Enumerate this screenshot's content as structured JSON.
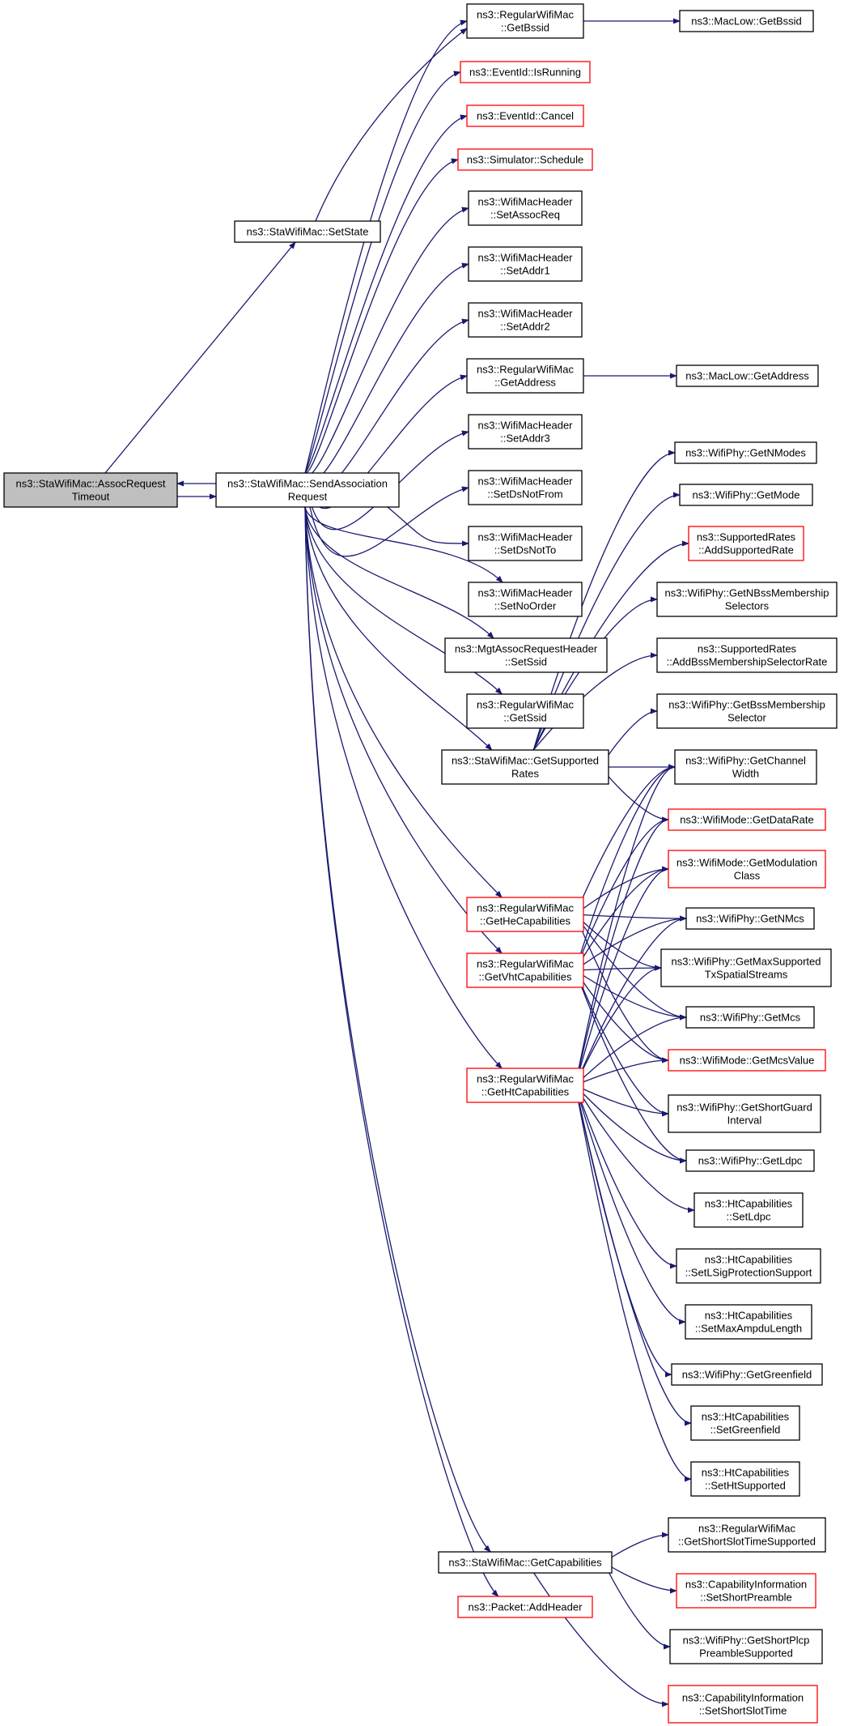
{
  "colors": {
    "edge": "#191970",
    "border_normal": "#000000",
    "border_undocumented": "#ff0000",
    "fill_root": "#bfbfbf",
    "fill_normal": "#ffffff"
  },
  "nodes": [
    {
      "id": "root",
      "lines": [
        "ns3::StaWifiMac::AssocRequest",
        "Timeout"
      ],
      "style": "root"
    },
    {
      "id": "setstate",
      "lines": [
        "ns3::StaWifiMac::SetState"
      ],
      "style": "normal"
    },
    {
      "id": "sendassoc",
      "lines": [
        "ns3::StaWifiMac::SendAssociation",
        "Request"
      ],
      "style": "normal"
    },
    {
      "id": "getbssid",
      "lines": [
        "ns3::RegularWifiMac",
        "::GetBssid"
      ],
      "style": "normal"
    },
    {
      "id": "maclowbssid",
      "lines": [
        "ns3::MacLow::GetBssid"
      ],
      "style": "normal"
    },
    {
      "id": "isrunning",
      "lines": [
        "ns3::EventId::IsRunning"
      ],
      "style": "red"
    },
    {
      "id": "cancel",
      "lines": [
        "ns3::EventId::Cancel"
      ],
      "style": "red"
    },
    {
      "id": "schedule",
      "lines": [
        "ns3::Simulator::Schedule"
      ],
      "style": "red"
    },
    {
      "id": "setassocreq",
      "lines": [
        "ns3::WifiMacHeader",
        "::SetAssocReq"
      ],
      "style": "normal"
    },
    {
      "id": "setaddr1",
      "lines": [
        "ns3::WifiMacHeader",
        "::SetAddr1"
      ],
      "style": "normal"
    },
    {
      "id": "setaddr2",
      "lines": [
        "ns3::WifiMacHeader",
        "::SetAddr2"
      ],
      "style": "normal"
    },
    {
      "id": "getaddress",
      "lines": [
        "ns3::RegularWifiMac",
        "::GetAddress"
      ],
      "style": "normal"
    },
    {
      "id": "maclowaddr",
      "lines": [
        "ns3::MacLow::GetAddress"
      ],
      "style": "normal"
    },
    {
      "id": "setaddr3",
      "lines": [
        "ns3::WifiMacHeader",
        "::SetAddr3"
      ],
      "style": "normal"
    },
    {
      "id": "setdsnotfrom",
      "lines": [
        "ns3::WifiMacHeader",
        "::SetDsNotFrom"
      ],
      "style": "normal"
    },
    {
      "id": "setdsnotto",
      "lines": [
        "ns3::WifiMacHeader",
        "::SetDsNotTo"
      ],
      "style": "normal"
    },
    {
      "id": "setnoorder",
      "lines": [
        "ns3::WifiMacHeader",
        "::SetNoOrder"
      ],
      "style": "normal"
    },
    {
      "id": "mgtssid",
      "lines": [
        "ns3::MgtAssocRequestHeader",
        "::SetSsid"
      ],
      "style": "normal"
    },
    {
      "id": "getssid",
      "lines": [
        "ns3::RegularWifiMac",
        "::GetSsid"
      ],
      "style": "normal"
    },
    {
      "id": "getsuprates",
      "lines": [
        "ns3::StaWifiMac::GetSupported",
        "Rates"
      ],
      "style": "normal"
    },
    {
      "id": "getnmodes",
      "lines": [
        "ns3::WifiPhy::GetNModes"
      ],
      "style": "normal"
    },
    {
      "id": "getmode",
      "lines": [
        "ns3::WifiPhy::GetMode"
      ],
      "style": "normal"
    },
    {
      "id": "addsuprate",
      "lines": [
        "ns3::SupportedRates",
        "::AddSupportedRate"
      ],
      "style": "red"
    },
    {
      "id": "getnbss",
      "lines": [
        "ns3::WifiPhy::GetNBssMembership",
        "Selectors"
      ],
      "style": "normal"
    },
    {
      "id": "addbss",
      "lines": [
        "ns3::SupportedRates",
        "::AddBssMembershipSelectorRate"
      ],
      "style": "normal"
    },
    {
      "id": "getbsssel",
      "lines": [
        "ns3::WifiPhy::GetBssMembership",
        "Selector"
      ],
      "style": "normal"
    },
    {
      "id": "getchwidth",
      "lines": [
        "ns3::WifiPhy::GetChannel",
        "Width"
      ],
      "style": "normal"
    },
    {
      "id": "getdatarate",
      "lines": [
        "ns3::WifiMode::GetDataRate"
      ],
      "style": "red"
    },
    {
      "id": "getmodclass",
      "lines": [
        "ns3::WifiMode::GetModulation",
        "Class"
      ],
      "style": "red"
    },
    {
      "id": "gethecap",
      "lines": [
        "ns3::RegularWifiMac",
        "::GetHeCapabilities"
      ],
      "style": "red"
    },
    {
      "id": "getnmcs",
      "lines": [
        "ns3::WifiPhy::GetNMcs"
      ],
      "style": "normal"
    },
    {
      "id": "getvhtcap",
      "lines": [
        "ns3::RegularWifiMac",
        "::GetVhtCapabilities"
      ],
      "style": "red"
    },
    {
      "id": "getmaxsup",
      "lines": [
        "ns3::WifiPhy::GetMaxSupported",
        "TxSpatialStreams"
      ],
      "style": "normal"
    },
    {
      "id": "getmcs",
      "lines": [
        "ns3::WifiPhy::GetMcs"
      ],
      "style": "normal"
    },
    {
      "id": "gethtcap",
      "lines": [
        "ns3::RegularWifiMac",
        "::GetHtCapabilities"
      ],
      "style": "red"
    },
    {
      "id": "getmcsvalue",
      "lines": [
        "ns3::WifiMode::GetMcsValue"
      ],
      "style": "red"
    },
    {
      "id": "getsgi",
      "lines": [
        "ns3::WifiPhy::GetShortGuard",
        "Interval"
      ],
      "style": "normal"
    },
    {
      "id": "getldpc",
      "lines": [
        "ns3::WifiPhy::GetLdpc"
      ],
      "style": "normal"
    },
    {
      "id": "setldpc",
      "lines": [
        "ns3::HtCapabilities",
        "::SetLdpc"
      ],
      "style": "normal"
    },
    {
      "id": "setlsig",
      "lines": [
        "ns3::HtCapabilities",
        "::SetLSigProtectionSupport"
      ],
      "style": "normal"
    },
    {
      "id": "setmaxampdu",
      "lines": [
        "ns3::HtCapabilities",
        "::SetMaxAmpduLength"
      ],
      "style": "normal"
    },
    {
      "id": "getgreenfield",
      "lines": [
        "ns3::WifiPhy::GetGreenfield"
      ],
      "style": "normal"
    },
    {
      "id": "setgreenfield",
      "lines": [
        "ns3::HtCapabilities",
        "::SetGreenfield"
      ],
      "style": "normal"
    },
    {
      "id": "sethtsup",
      "lines": [
        "ns3::HtCapabilities",
        "::SetHtSupported"
      ],
      "style": "normal"
    },
    {
      "id": "getshortslotsup",
      "lines": [
        "ns3::RegularWifiMac",
        "::GetShortSlotTimeSupported"
      ],
      "style": "normal"
    },
    {
      "id": "getcaps",
      "lines": [
        "ns3::StaWifiMac::GetCapabilities"
      ],
      "style": "normal"
    },
    {
      "id": "setshortpre",
      "lines": [
        "ns3::CapabilityInformation",
        "::SetShortPreamble"
      ],
      "style": "red"
    },
    {
      "id": "addheader",
      "lines": [
        "ns3::Packet::AddHeader"
      ],
      "style": "red"
    },
    {
      "id": "getshortplcp",
      "lines": [
        "ns3::WifiPhy::GetShortPlcp",
        "PreambleSupported"
      ],
      "style": "normal"
    },
    {
      "id": "setshortslot",
      "lines": [
        "ns3::CapabilityInformation",
        "::SetShortSlotTime"
      ],
      "style": "red"
    }
  ],
  "edges": [
    [
      "root",
      "setstate"
    ],
    [
      "root",
      "sendassoc"
    ],
    [
      "sendassoc",
      "root"
    ],
    [
      "setstate",
      "getbssid"
    ],
    [
      "getbssid",
      "maclowbssid"
    ],
    [
      "sendassoc",
      "getbssid"
    ],
    [
      "sendassoc",
      "isrunning"
    ],
    [
      "sendassoc",
      "cancel"
    ],
    [
      "sendassoc",
      "schedule"
    ],
    [
      "sendassoc",
      "setassocreq"
    ],
    [
      "sendassoc",
      "setaddr1"
    ],
    [
      "sendassoc",
      "setaddr2"
    ],
    [
      "sendassoc",
      "getaddress"
    ],
    [
      "getaddress",
      "maclowaddr"
    ],
    [
      "sendassoc",
      "setaddr3"
    ],
    [
      "sendassoc",
      "setdsnotfrom"
    ],
    [
      "sendassoc",
      "setdsnotto"
    ],
    [
      "sendassoc",
      "setnoorder"
    ],
    [
      "sendassoc",
      "mgtssid"
    ],
    [
      "sendassoc",
      "getssid"
    ],
    [
      "sendassoc",
      "getsuprates"
    ],
    [
      "sendassoc",
      "gethecap"
    ],
    [
      "sendassoc",
      "getvhtcap"
    ],
    [
      "sendassoc",
      "gethtcap"
    ],
    [
      "sendassoc",
      "getcaps"
    ],
    [
      "sendassoc",
      "addheader"
    ],
    [
      "getsuprates",
      "getnmodes"
    ],
    [
      "getsuprates",
      "getmode"
    ],
    [
      "getsuprates",
      "addsuprate"
    ],
    [
      "getsuprates",
      "getnbss"
    ],
    [
      "getsuprates",
      "addbss"
    ],
    [
      "getsuprates",
      "getbsssel"
    ],
    [
      "getsuprates",
      "getchwidth"
    ],
    [
      "getsuprates",
      "getdatarate"
    ],
    [
      "gethecap",
      "getchwidth"
    ],
    [
      "gethecap",
      "getmodclass"
    ],
    [
      "gethecap",
      "getnmcs"
    ],
    [
      "gethecap",
      "getmaxsup"
    ],
    [
      "gethecap",
      "getmcs"
    ],
    [
      "gethecap",
      "getmcsvalue"
    ],
    [
      "getvhtcap",
      "getchwidth"
    ],
    [
      "getvhtcap",
      "getdatarate"
    ],
    [
      "getvhtcap",
      "getmodclass"
    ],
    [
      "getvhtcap",
      "getnmcs"
    ],
    [
      "getvhtcap",
      "getmaxsup"
    ],
    [
      "getvhtcap",
      "getmcs"
    ],
    [
      "getvhtcap",
      "getmcsvalue"
    ],
    [
      "getvhtcap",
      "getsgi"
    ],
    [
      "getvhtcap",
      "getldpc"
    ],
    [
      "gethtcap",
      "getchwidth"
    ],
    [
      "gethtcap",
      "getdatarate"
    ],
    [
      "gethtcap",
      "getmodclass"
    ],
    [
      "gethtcap",
      "getnmcs"
    ],
    [
      "gethtcap",
      "getmaxsup"
    ],
    [
      "gethtcap",
      "getmcs"
    ],
    [
      "gethtcap",
      "getmcsvalue"
    ],
    [
      "gethtcap",
      "getsgi"
    ],
    [
      "gethtcap",
      "getldpc"
    ],
    [
      "gethtcap",
      "setldpc"
    ],
    [
      "gethtcap",
      "setlsig"
    ],
    [
      "gethtcap",
      "setmaxampdu"
    ],
    [
      "gethtcap",
      "getgreenfield"
    ],
    [
      "gethtcap",
      "setgreenfield"
    ],
    [
      "gethtcap",
      "sethtsup"
    ],
    [
      "getcaps",
      "getshortslotsup"
    ],
    [
      "getcaps",
      "setshortpre"
    ],
    [
      "getcaps",
      "getshortplcp"
    ],
    [
      "getcaps",
      "setshortslot"
    ]
  ]
}
